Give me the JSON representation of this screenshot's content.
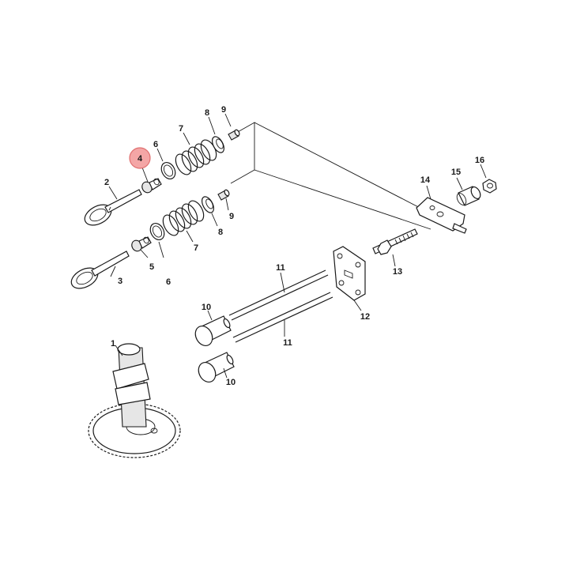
{
  "highlight": {
    "label": "4",
    "color": "#f4a6a6",
    "stroke": "#e07070"
  },
  "callouts": {
    "c1": "1",
    "c2": "2",
    "c3": "3",
    "c4": "4",
    "c5": "5",
    "c6a": "6",
    "c6b": "6",
    "c7a": "7",
    "c7b": "7",
    "c8a": "8",
    "c8b": "8",
    "c9a": "9",
    "c9b": "9",
    "c10a": "10",
    "c10b": "10",
    "c11a": "11",
    "c11b": "11",
    "c12": "12",
    "c13": "13",
    "c14": "14",
    "c15": "15",
    "c16": "16"
  },
  "colors": {
    "line": "#1a1a1a",
    "background": "#ffffff",
    "part_shade": "#e6e6e6"
  }
}
